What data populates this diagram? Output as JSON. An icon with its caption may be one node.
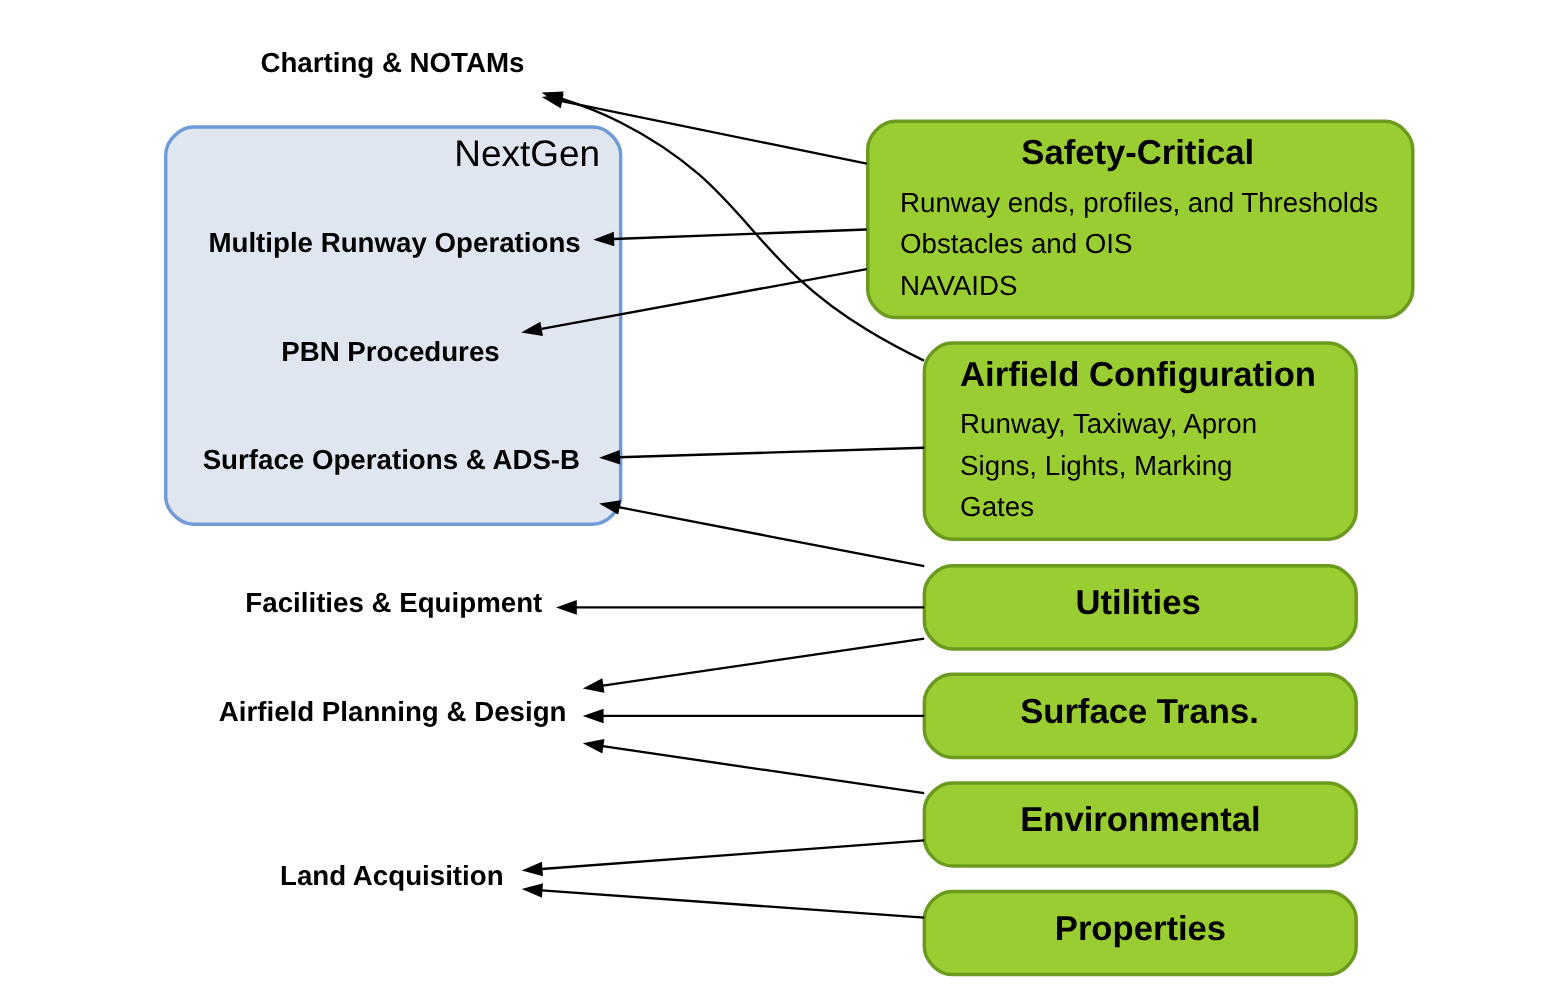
{
  "diagram": {
    "nodes": [
      {
        "text": [
          "NextGen"
        ]
      },
      {
        "text": [
          "PBN Procedures"
        ],
        "in": 0
      },
      {
        "text": [
          "Multiple Runway Operations"
        ],
        "in": 0
      },
      {
        "text": [
          "Surface Operations & ADS-B"
        ],
        "in": 0
      },
      {
        "text": [
          "Charting & NOTAMs"
        ]
      },
      {
        "text": [
          "Facilities & Equipment"
        ]
      },
      {
        "text": [
          "Airfield Planning & Design"
        ]
      },
      {
        "text": [
          "Land Acquisition"
        ]
      },
      {
        "text": [
          "Safety-Critical",
          "Runway ends, profiles, and Thresholds",
          "Obstacles and OIS",
          "NAVAIDS"
        ]
      },
      {
        "text": [
          "Airfield Configuration",
          "Runway, Taxiway, Apron",
          "Signs, Lights, Marking",
          "Gates"
        ]
      },
      {
        "text": [
          "Utilities"
        ]
      },
      {
        "text": [
          "Environmental"
        ]
      },
      {
        "text": [
          "Properties"
        ]
      },
      {
        "text": [
          "Surface Trans."
        ]
      }
    ],
    "edges": [
      {
        "from": 8,
        "to": 1,
        "arrow": "to"
      },
      {
        "from": 8,
        "to": 2,
        "arrow": "to"
      },
      {
        "from": 8,
        "to": 4,
        "arrow": "to"
      },
      {
        "from": 9,
        "to": 3,
        "arrow": "to"
      },
      {
        "from": 9,
        "to": 4,
        "arrow": "to"
      },
      {
        "from": 10,
        "to": 3,
        "arrow": "to"
      },
      {
        "from": 10,
        "to": 5,
        "arrow": "to"
      },
      {
        "from": 10,
        "to": 6,
        "arrow": "to"
      },
      {
        "from": 11,
        "to": 6,
        "arrow": "to"
      },
      {
        "from": 11,
        "to": 7,
        "arrow": "to"
      },
      {
        "from": 12,
        "to": 7,
        "arrow": "to"
      },
      {
        "from": 13,
        "to": 6,
        "arrow": "to"
      }
    ]
  }
}
